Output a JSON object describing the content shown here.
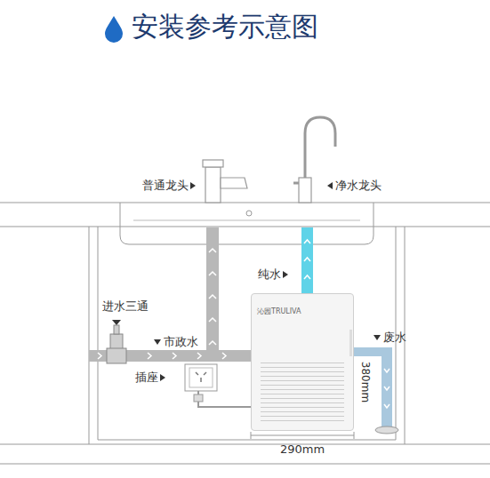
{
  "diagram": {
    "title": "安装参考示意图",
    "nodes": [
      {
        "text": [
          "沁园TRULIVA"
        ]
      }
    ],
    "labels": [
      "普通龙头",
      "净水龙头",
      "纯水",
      "进水三通",
      "市政水",
      "插座",
      "废水",
      "380mm",
      "290mm"
    ]
  }
}
